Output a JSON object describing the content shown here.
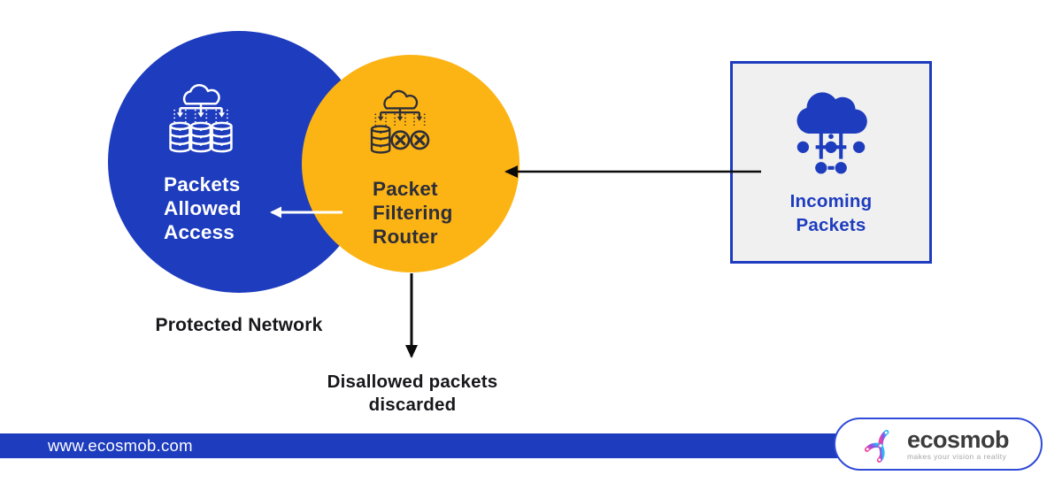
{
  "diagram": {
    "protected_circle": {
      "icon": "cloud-servers-icon",
      "line1": "Packets",
      "line2": "Allowed",
      "line3": "Access",
      "caption": "Protected Network"
    },
    "filter_circle": {
      "icon": "cloud-filter-icon",
      "line1": "Packet",
      "line2": "Filtering",
      "line3": "Router"
    },
    "incoming_box": {
      "icon": "incoming-cloud-icon",
      "line1": "Incoming",
      "line2": "Packets"
    },
    "discard_label": {
      "line1": "Disallowed packets",
      "line2": "discarded"
    },
    "arrows": [
      "incoming-to-filter",
      "filter-to-allowed",
      "filter-to-discarded"
    ]
  },
  "footer": {
    "website": "www.ecosmob.com"
  },
  "brand": {
    "icon": "ecosmob-logo-icon",
    "name": "ecosmob",
    "tagline": "makes your vision a reality"
  },
  "colors": {
    "blue": "#1D3CBE",
    "orange": "#FCB415",
    "charcoal": "#2E2E38",
    "box_background": "#F0F0F0",
    "arrow_black": "#0B0B0B",
    "white": "#FFFFFF"
  }
}
